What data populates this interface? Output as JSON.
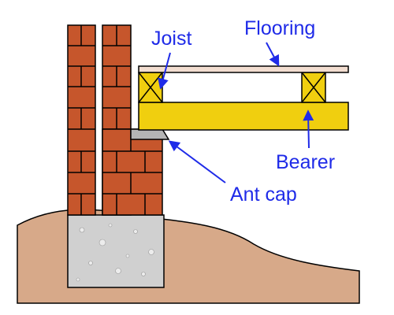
{
  "diagram": {
    "labels": {
      "flooring": "Flooring",
      "joist": "Joist",
      "bearer": "Bearer",
      "ant_cap": "Ant cap"
    },
    "colors": {
      "brick": "#c6562c",
      "ground": "#d7a989",
      "timber": "#f0cf0f",
      "floorboard": "#f2ddd0",
      "concrete": "#d0d0d0",
      "ant_cap": "#b5b5b5",
      "label": "#1f2be8"
    }
  }
}
